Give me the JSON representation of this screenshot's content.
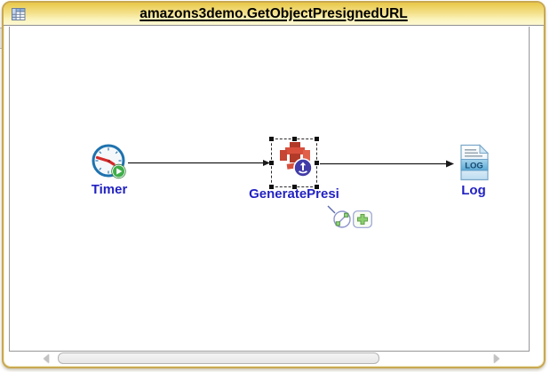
{
  "window": {
    "title": "amazons3demo.GetObjectPresignedURL"
  },
  "canvas": {
    "nodes": [
      {
        "label": "Timer",
        "type": "timer-start",
        "selected": false
      },
      {
        "label": "GeneratePresi",
        "type": "aws-s3-get-object-presigned-url",
        "selected": true
      },
      {
        "label": "Log",
        "type": "log",
        "icon_text": "LOG",
        "selected": false
      }
    ],
    "connections": [
      {
        "from": "Timer",
        "to": "GeneratePresi"
      },
      {
        "from": "GeneratePresi",
        "to": "Log"
      }
    ],
    "hover_tools": [
      {
        "name": "create-transition"
      },
      {
        "name": "add-activity"
      }
    ]
  },
  "scrollbar": {
    "orientation": "horizontal"
  },
  "colors": {
    "window_border": "#c9a852",
    "titlebar_gradient_top": "#e9c847",
    "titlebar_gradient_bottom": "#fdf8d3",
    "node_label_blue": "#2222c2",
    "s3_icon_red": "#cc4a37",
    "badge_indigo": "#413ca8",
    "timer_ring_blue": "#1e72ae",
    "play_green": "#3fae49"
  }
}
